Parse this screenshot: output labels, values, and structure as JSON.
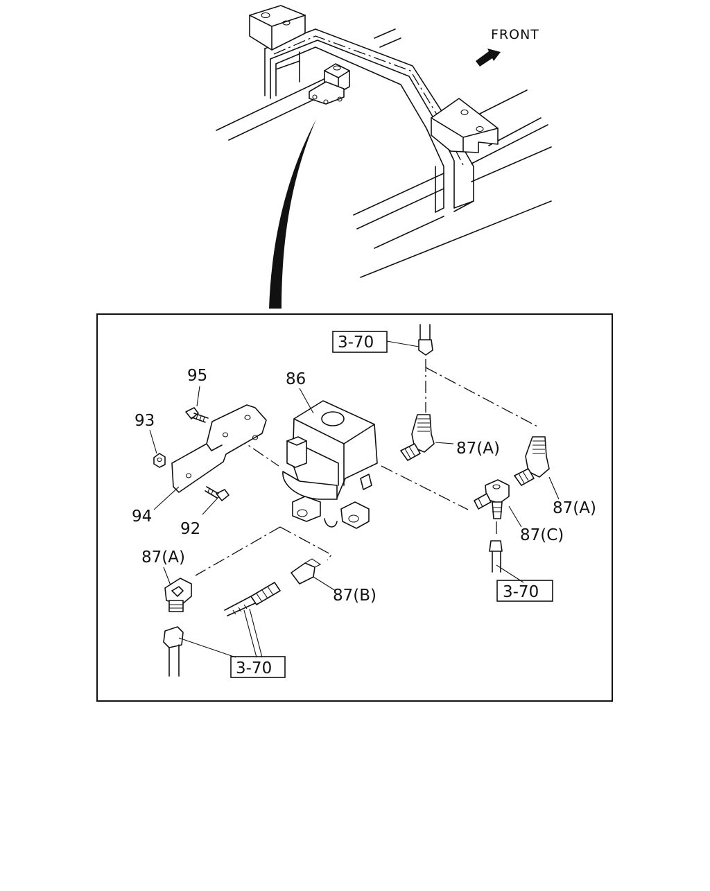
{
  "front_label": "FRONT",
  "callouts": {
    "c86": "86",
    "c95": "95",
    "c93": "93",
    "c94": "94",
    "c92": "92",
    "c87a_upper": "87(A)",
    "c87a_right": "87(A)",
    "c87c": "87(C)",
    "c87a_left": "87(A)",
    "c87b": "87(B)"
  },
  "references": {
    "ref_top": "3-70",
    "ref_right": "3-70",
    "ref_bottom": "3-70"
  },
  "icons": [
    "front-arrow-icon",
    "valve-assembly-icon",
    "elbow-fitting-icon",
    "tee-fitting-icon",
    "bracket-icon",
    "bolt-icon",
    "nut-icon"
  ]
}
